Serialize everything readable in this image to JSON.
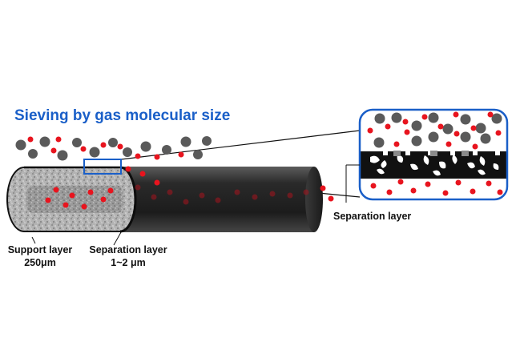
{
  "title": "Sieving by gas molecular size",
  "labels": {
    "separation_layer_inset": "Separation layer",
    "support_layer_name": "Support layer",
    "support_layer_thickness": "250μm",
    "separation_layer_name": "Separation layer",
    "separation_layer_thickness": "1~2 μm"
  },
  "colors": {
    "title": "#1a5fc8",
    "highlight_box": "#1a5fc8",
    "small_molecule": "#e8141e",
    "large_molecule": "#5a5a5a",
    "tube_dark": "#2e2e2e",
    "separation_layer": "#111111"
  }
}
